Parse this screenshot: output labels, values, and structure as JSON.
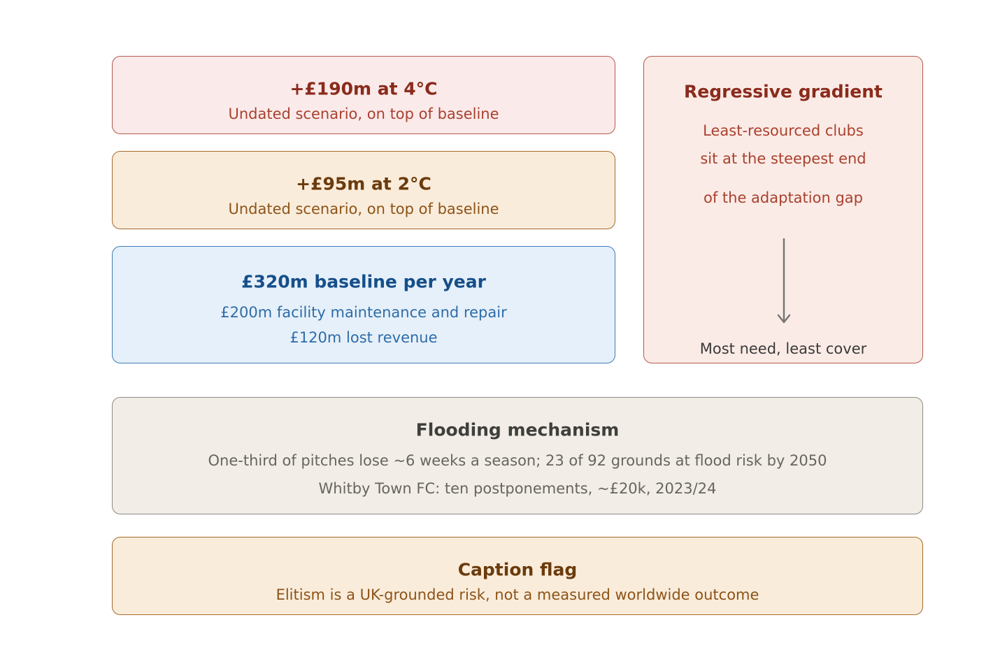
{
  "boxes": {
    "scenario_4c": {
      "title": "+£190m at 4°C",
      "subtitle": "Undated scenario, on top of baseline"
    },
    "scenario_2c": {
      "title": "+£95m at 2°C",
      "subtitle": "Undated scenario, on top of baseline"
    },
    "baseline": {
      "title": "£320m baseline per year",
      "lines": [
        "£200m facility maintenance and repair",
        "£120m lost revenue"
      ]
    },
    "gradient": {
      "title": "Regressive gradient",
      "lines": [
        "Least-resourced clubs",
        "sit at the steepest end",
        "of the adaptation gap"
      ],
      "arrow_color": "#777777",
      "footer": "Most need, least cover"
    },
    "flooding": {
      "title": "Flooding mechanism",
      "lines": [
        "One-third of pitches lose ~6 weeks a season; 23 of 92 grounds at flood risk by 2050",
        "Whitby Town FC: ten postponements, ~£20k, 2023/24"
      ]
    },
    "caption": {
      "title": "Caption flag",
      "subtitle": "Elitism is a UK-grounded risk, not a measured worldwide outcome"
    }
  }
}
